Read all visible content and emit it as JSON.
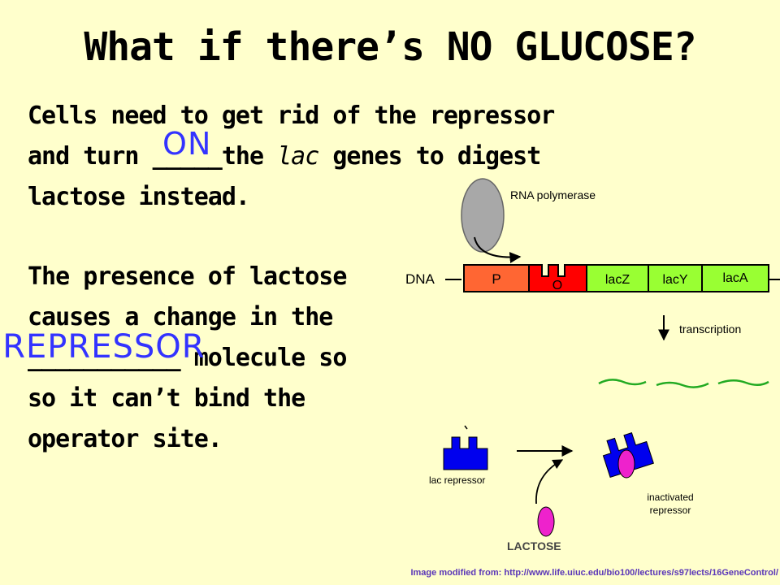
{
  "slide": {
    "title": "What if there’s NO GLUCOSE?",
    "p1": {
      "l1": "Cells need to get rid of the repressor",
      "l2_a": "and turn ",
      "l2_blank": "_____",
      "l2_fill": "ON",
      "l2_b": "the ",
      "l2_italic": "lac",
      "l2_c": " genes to digest",
      "l3": "lactose instead."
    },
    "p2": {
      "l1": "The presence of lactose",
      "l2": "causes a change in the",
      "l3_blank": "___________",
      "l3_fill": "REPRESSOR",
      "l3_b": " molecule so",
      "l4": "so it can’t bind the",
      "l5": "operator site."
    },
    "credit": "Image modified from: http://www.life.uiuc.edu/bio100/lectures/s97lects/16GeneControl/"
  },
  "diagram": {
    "rna_polymerase": "RNA polymerase",
    "dna": "DNA",
    "promoter": "P",
    "operator": "O",
    "gene_z": "lacZ",
    "gene_y": "lacY",
    "gene_a": "lacA",
    "transcription": "transcription",
    "lac_repressor": "lac repressor",
    "inactivated_1": "inactivated",
    "inactivated_2": "repressor",
    "lactose": "LACTOSE",
    "colors": {
      "promoter": "#FF6633",
      "operator": "#FF0000",
      "genes": "#99FF33",
      "repressor": "#0000EE",
      "lactose": "#EE22CC",
      "mrna": "#22AA22",
      "fill_text": "#3333FF"
    }
  }
}
